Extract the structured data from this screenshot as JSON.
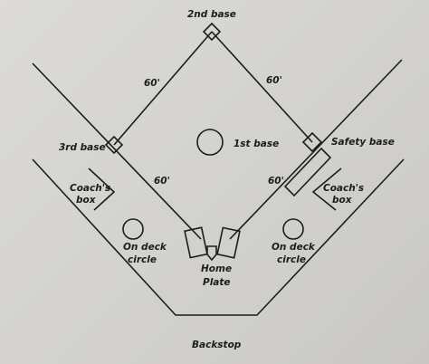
{
  "labels": {
    "second_base": "2nd base",
    "first_base": "1st base",
    "third_base": "3rd base",
    "safety_base": "Safety base",
    "dist_top_left": "60'",
    "dist_top_right": "60'",
    "dist_bottom_left": "60'",
    "dist_bottom_right": "60'",
    "coach_box_left_line1": "Coach's",
    "coach_box_left_line2": "box",
    "coach_box_right_line1": "Coach's",
    "coach_box_right_line2": "box",
    "on_deck_left_line1": "On deck",
    "on_deck_left_line2": "circle",
    "on_deck_right_line1": "On deck",
    "on_deck_right_line2": "circle",
    "home_plate_line1": "Home",
    "home_plate_line2": "Plate",
    "backstop": "Backstop"
  }
}
